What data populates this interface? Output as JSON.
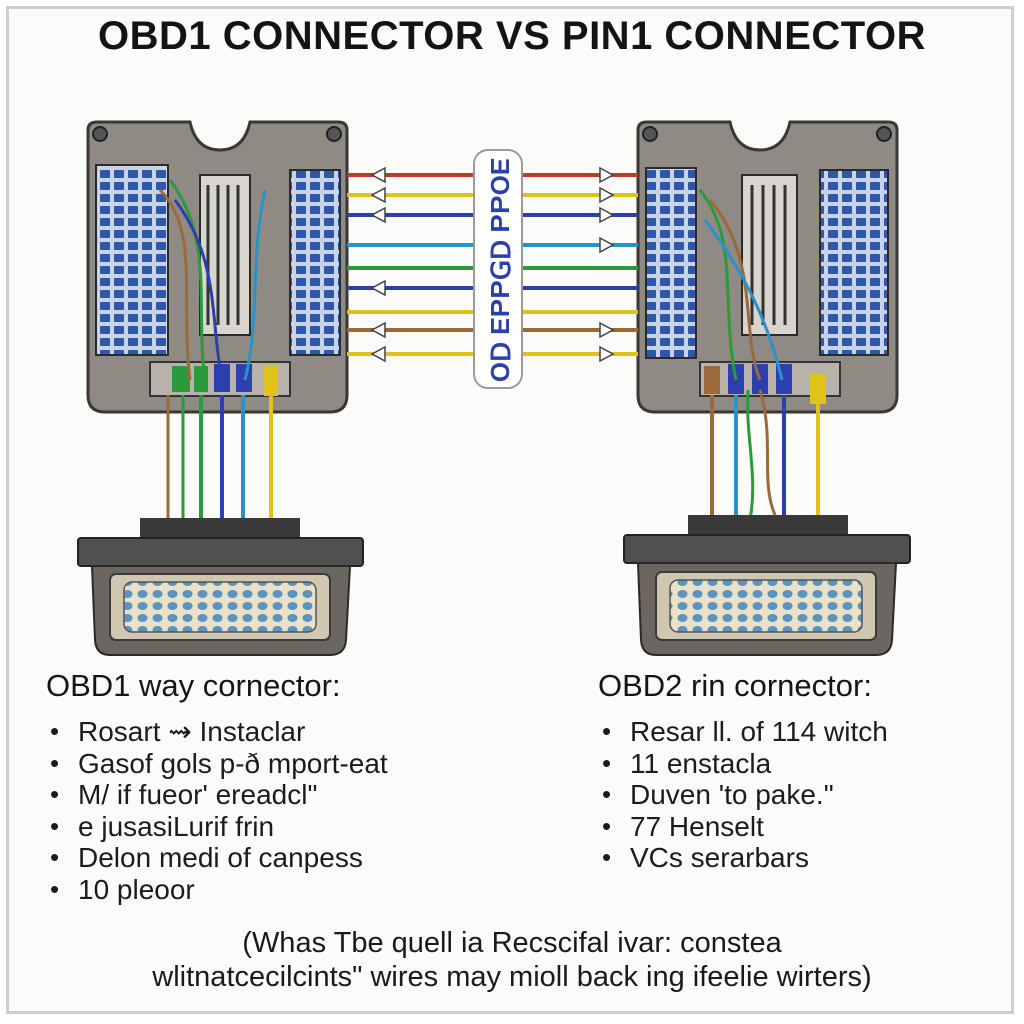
{
  "title": "OBD1 CONNECTOR VS PIN1 CONNECTOR",
  "center_label": "ƎOԀԀ ꓷꓨԀԀƎ ꓷO",
  "left": {
    "heading": "OBD1 way cornector:",
    "bullets": [
      "Rosart ⇝ Instaclar",
      "Gasof gols p-ð mport-eat",
      "M/ if fueor' ereadcl\"",
      "e jusasiLurif frin",
      "Delon medi of canpess",
      "10 pleoor"
    ]
  },
  "right": {
    "heading": "OBD2 rin cornector:",
    "bullets": [
      "Resar ll. of 114 witch",
      "11 enstacla",
      "Duven 'to pake.\"",
      "77 Henselt",
      "VCs serarbars"
    ]
  },
  "caption": {
    "line1": "(Whas Tbe quell ia Recscifal ivar: constea",
    "line2": "wlitnatcecilcints\" wires may mioll back ing ifeelie wirters)"
  },
  "colors": {
    "housing": "#8a8580",
    "wire_red": "#c0392b",
    "wire_yellow": "#e0c31a",
    "wire_blue": "#2c3fae",
    "wire_cyan": "#2a92c8",
    "wire_green": "#2b9a3a",
    "wire_brown": "#9a6a3a"
  }
}
